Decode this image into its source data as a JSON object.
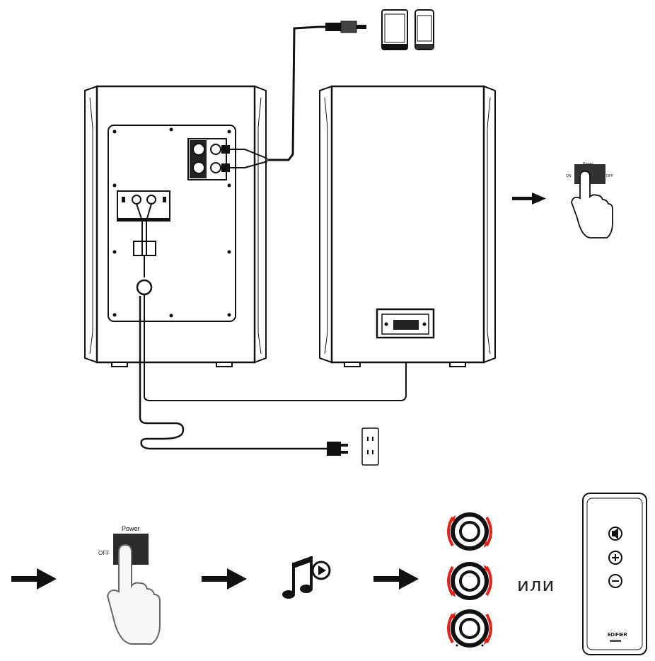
{
  "labels": {
    "power": "Power",
    "power_small": "Power",
    "off": "OFF",
    "or": "или",
    "brand": "EDIFIER"
  },
  "colors": {
    "line": "#111111",
    "accent": "#e0241b",
    "panel_dark": "#2a2a2a",
    "background": "#ffffff"
  },
  "icons": {
    "tablet": "tablet-icon",
    "phone": "phone-icon",
    "arrow": "arrow-right-icon",
    "hand": "hand-pointer-icon",
    "music": "music-play-icon",
    "knob": "volume-knob-icon",
    "remote": "remote-control-icon",
    "socket": "wall-socket-icon",
    "plug": "power-plug-icon"
  }
}
